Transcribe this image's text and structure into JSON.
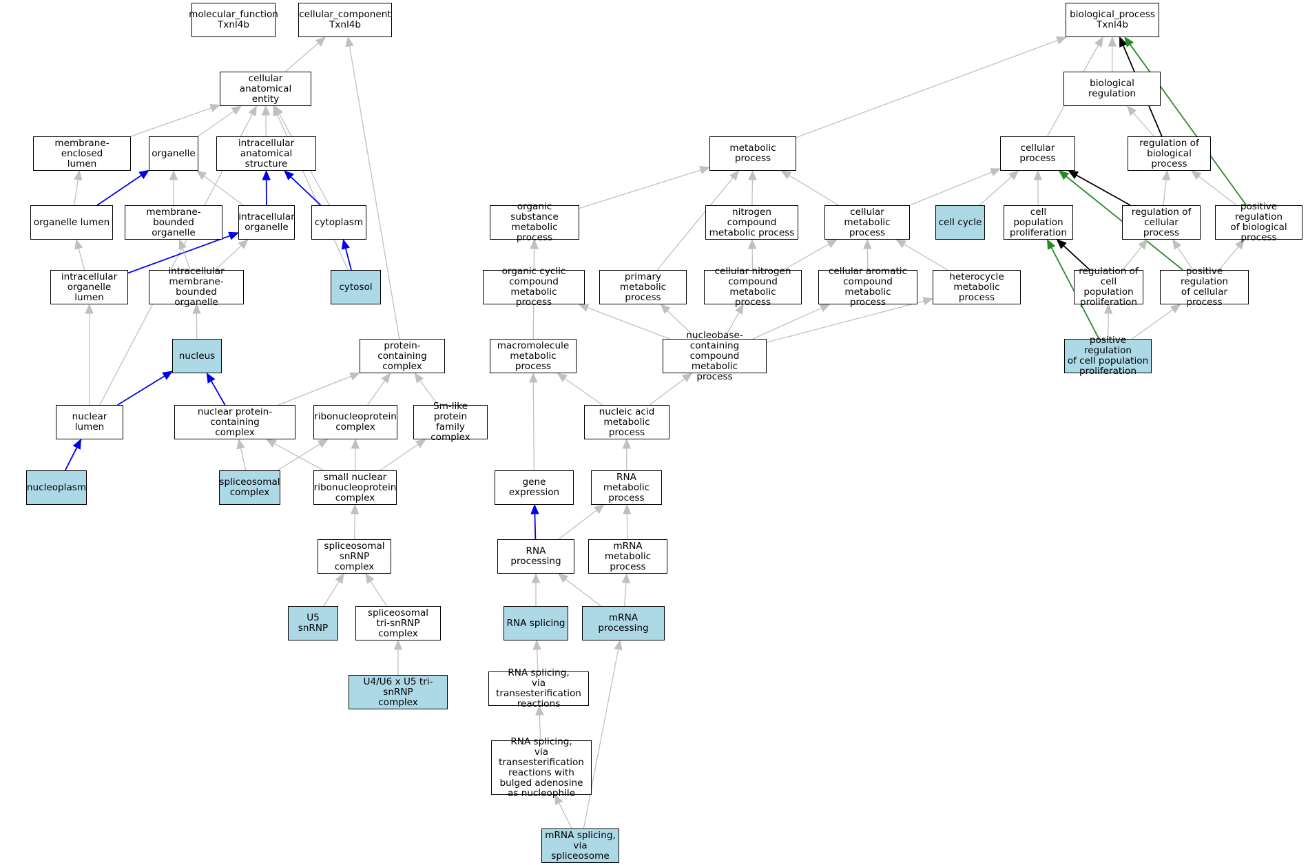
{
  "diagram": {
    "nodes": [
      {
        "id": "mf",
        "label": "molecular_function\nTxnl4b",
        "highlight": false
      },
      {
        "id": "cc",
        "label": "cellular_component\nTxnl4b",
        "highlight": false
      },
      {
        "id": "bp",
        "label": "biological_process\nTxnl4b",
        "highlight": false
      },
      {
        "id": "cae",
        "label": "cellular anatomical\nentity",
        "highlight": false
      },
      {
        "id": "mel",
        "label": "membrane-enclosed\nlumen",
        "highlight": false
      },
      {
        "id": "org",
        "label": "organelle",
        "highlight": false
      },
      {
        "id": "ias",
        "label": "intracellular\nanatomical structure",
        "highlight": false
      },
      {
        "id": "orgl",
        "label": "organelle lumen",
        "highlight": false
      },
      {
        "id": "mbo",
        "label": "membrane-bounded\norganelle",
        "highlight": false
      },
      {
        "id": "io",
        "label": "intracellular\norganelle",
        "highlight": false
      },
      {
        "id": "cyto",
        "label": "cytoplasm",
        "highlight": false
      },
      {
        "id": "iol",
        "label": "intracellular\norganelle lumen",
        "highlight": false
      },
      {
        "id": "imbo",
        "label": "intracellular\nmembrane-bounded\norganelle",
        "highlight": false
      },
      {
        "id": "cytosol",
        "label": "cytosol",
        "highlight": true
      },
      {
        "id": "nucleus",
        "label": "nucleus",
        "highlight": true
      },
      {
        "id": "pcc",
        "label": "protein-containing\ncomplex",
        "highlight": false
      },
      {
        "id": "nl",
        "label": "nuclear lumen",
        "highlight": false
      },
      {
        "id": "npcc",
        "label": "nuclear protein-containing\ncomplex",
        "highlight": false
      },
      {
        "id": "rnp",
        "label": "ribonucleoprotein\ncomplex",
        "highlight": false
      },
      {
        "id": "smlike",
        "label": "Sm-like protein\nfamily complex",
        "highlight": false
      },
      {
        "id": "nucleoplasm",
        "label": "nucleoplasm",
        "highlight": true
      },
      {
        "id": "spc",
        "label": "spliceosomal\ncomplex",
        "highlight": true
      },
      {
        "id": "snrnp",
        "label": "small nuclear\nribonucleoprotein\ncomplex",
        "highlight": false
      },
      {
        "id": "sps",
        "label": "spliceosomal\nsnRNP complex",
        "highlight": false
      },
      {
        "id": "u5",
        "label": "U5 snRNP",
        "highlight": true
      },
      {
        "id": "tri",
        "label": "spliceosomal\ntri-snRNP complex",
        "highlight": false
      },
      {
        "id": "u46",
        "label": "U4/U6 x U5 tri-snRNP\ncomplex",
        "highlight": true
      },
      {
        "id": "bioreg",
        "label": "biological regulation",
        "highlight": false
      },
      {
        "id": "metab",
        "label": "metabolic process",
        "highlight": false
      },
      {
        "id": "cellp",
        "label": "cellular process",
        "highlight": false
      },
      {
        "id": "regbp",
        "label": "regulation of\nbiological process",
        "highlight": false
      },
      {
        "id": "osm",
        "label": "organic substance\nmetabolic process",
        "highlight": false
      },
      {
        "id": "ncm",
        "label": "nitrogen compound\nmetabolic process",
        "highlight": false
      },
      {
        "id": "cmp",
        "label": "cellular metabolic\nprocess",
        "highlight": false
      },
      {
        "id": "cellcycle",
        "label": "cell cycle",
        "highlight": true
      },
      {
        "id": "cpp",
        "label": "cell population\nproliferation",
        "highlight": false
      },
      {
        "id": "regcp",
        "label": "regulation of\ncellular process",
        "highlight": false
      },
      {
        "id": "posregbp",
        "label": "positive regulation\nof biological\nprocess",
        "highlight": false
      },
      {
        "id": "occm",
        "label": "organic cyclic\ncompound metabolic\nprocess",
        "highlight": false
      },
      {
        "id": "pmp",
        "label": "primary metabolic\nprocess",
        "highlight": false
      },
      {
        "id": "cncm",
        "label": "cellular nitrogen\ncompound metabolic\nprocess",
        "highlight": false
      },
      {
        "id": "cacm",
        "label": "cellular aromatic\ncompound metabolic\nprocess",
        "highlight": false
      },
      {
        "id": "hmp",
        "label": "heterocycle\nmetabolic process",
        "highlight": false
      },
      {
        "id": "regcpp",
        "label": "regulation of\ncell population\nproliferation",
        "highlight": false
      },
      {
        "id": "posregcp",
        "label": "positive regulation\nof cellular\nprocess",
        "highlight": false
      },
      {
        "id": "mmp",
        "label": "macromolecule\nmetabolic process",
        "highlight": false
      },
      {
        "id": "nbcm",
        "label": "nucleobase-containing\ncompound metabolic\nprocess",
        "highlight": false
      },
      {
        "id": "posregcpp",
        "label": "positive regulation\nof cell population\nproliferation",
        "highlight": true
      },
      {
        "id": "namp",
        "label": "nucleic acid\nmetabolic process",
        "highlight": false
      },
      {
        "id": "gexp",
        "label": "gene expression",
        "highlight": false
      },
      {
        "id": "rnamp",
        "label": "RNA metabolic\nprocess",
        "highlight": false
      },
      {
        "id": "rnaproc",
        "label": "RNA processing",
        "highlight": false
      },
      {
        "id": "mrnamp",
        "label": "mRNA metabolic\nprocess",
        "highlight": false
      },
      {
        "id": "rnasplicing",
        "label": "RNA splicing",
        "highlight": true
      },
      {
        "id": "mrnaproc",
        "label": "mRNA processing",
        "highlight": true
      },
      {
        "id": "rnaste",
        "label": "RNA splicing,\nvia transesterification\nreactions",
        "highlight": false
      },
      {
        "id": "rnasteba",
        "label": "RNA splicing,\nvia transesterification\nreactions with\nbulged adenosine\nas nucleophile",
        "highlight": false
      },
      {
        "id": "mrnasplice",
        "label": "mRNA splicing,\nvia spliceosome",
        "highlight": true
      }
    ],
    "edges": [
      {
        "from": "cae",
        "to": "cc",
        "kind": "is_a"
      },
      {
        "from": "pcc",
        "to": "cc",
        "kind": "is_a"
      },
      {
        "from": "mel",
        "to": "cae",
        "kind": "is_a"
      },
      {
        "from": "org",
        "to": "cae",
        "kind": "is_a"
      },
      {
        "from": "ias",
        "to": "cae",
        "kind": "is_a"
      },
      {
        "from": "cyto",
        "to": "cae",
        "kind": "is_a"
      },
      {
        "from": "cytosol",
        "to": "cae",
        "kind": "is_a"
      },
      {
        "from": "nucleoplasm",
        "to": "cae",
        "kind": "is_a"
      },
      {
        "from": "orgl",
        "to": "mel",
        "kind": "is_a"
      },
      {
        "from": "orgl",
        "to": "org",
        "kind": "part_of"
      },
      {
        "from": "mbo",
        "to": "org",
        "kind": "is_a"
      },
      {
        "from": "io",
        "to": "org",
        "kind": "is_a"
      },
      {
        "from": "io",
        "to": "ias",
        "kind": "part_of"
      },
      {
        "from": "cyto",
        "to": "ias",
        "kind": "part_of"
      },
      {
        "from": "cytosol",
        "to": "cyto",
        "kind": "part_of"
      },
      {
        "from": "iol",
        "to": "orgl",
        "kind": "is_a"
      },
      {
        "from": "iol",
        "to": "io",
        "kind": "part_of"
      },
      {
        "from": "imbo",
        "to": "mbo",
        "kind": "is_a"
      },
      {
        "from": "imbo",
        "to": "io",
        "kind": "is_a"
      },
      {
        "from": "nucleus",
        "to": "imbo",
        "kind": "is_a"
      },
      {
        "from": "nl",
        "to": "iol",
        "kind": "is_a"
      },
      {
        "from": "nl",
        "to": "nucleus",
        "kind": "part_of"
      },
      {
        "from": "npcc",
        "to": "nucleus",
        "kind": "part_of"
      },
      {
        "from": "npcc",
        "to": "pcc",
        "kind": "is_a"
      },
      {
        "from": "rnp",
        "to": "pcc",
        "kind": "is_a"
      },
      {
        "from": "smlike",
        "to": "pcc",
        "kind": "is_a"
      },
      {
        "from": "nucleoplasm",
        "to": "nl",
        "kind": "part_of"
      },
      {
        "from": "spc",
        "to": "npcc",
        "kind": "is_a"
      },
      {
        "from": "spc",
        "to": "rnp",
        "kind": "is_a"
      },
      {
        "from": "snrnp",
        "to": "npcc",
        "kind": "is_a"
      },
      {
        "from": "snrnp",
        "to": "rnp",
        "kind": "is_a"
      },
      {
        "from": "snrnp",
        "to": "smlike",
        "kind": "is_a"
      },
      {
        "from": "sps",
        "to": "snrnp",
        "kind": "is_a"
      },
      {
        "from": "u5",
        "to": "sps",
        "kind": "is_a"
      },
      {
        "from": "tri",
        "to": "sps",
        "kind": "is_a"
      },
      {
        "from": "u46",
        "to": "tri",
        "kind": "is_a"
      },
      {
        "from": "metab",
        "to": "bp",
        "kind": "is_a"
      },
      {
        "from": "cellp",
        "to": "bp",
        "kind": "is_a"
      },
      {
        "from": "bioreg",
        "to": "bp",
        "kind": "is_a"
      },
      {
        "from": "regbp",
        "to": "bp",
        "kind": "regulates"
      },
      {
        "from": "posregbp",
        "to": "bp",
        "kind": "positively_regulates"
      },
      {
        "from": "regbp",
        "to": "bioreg",
        "kind": "is_a"
      },
      {
        "from": "osm",
        "to": "metab",
        "kind": "is_a"
      },
      {
        "from": "pmp",
        "to": "metab",
        "kind": "is_a"
      },
      {
        "from": "ncm",
        "to": "metab",
        "kind": "is_a"
      },
      {
        "from": "cmp",
        "to": "metab",
        "kind": "is_a"
      },
      {
        "from": "cmp",
        "to": "cellp",
        "kind": "is_a"
      },
      {
        "from": "cellcycle",
        "to": "cellp",
        "kind": "is_a"
      },
      {
        "from": "cpp",
        "to": "cellp",
        "kind": "is_a"
      },
      {
        "from": "regcp",
        "to": "cellp",
        "kind": "regulates"
      },
      {
        "from": "posregcp",
        "to": "cellp",
        "kind": "positively_regulates"
      },
      {
        "from": "regcp",
        "to": "regbp",
        "kind": "is_a"
      },
      {
        "from": "posregbp",
        "to": "regbp",
        "kind": "is_a"
      },
      {
        "from": "occm",
        "to": "osm",
        "kind": "is_a"
      },
      {
        "from": "mmp",
        "to": "osm",
        "kind": "is_a"
      },
      {
        "from": "ncm",
        "to": "ncm",
        "kind": "none"
      },
      {
        "from": "cncm",
        "to": "ncm",
        "kind": "is_a"
      },
      {
        "from": "cncm",
        "to": "cmp",
        "kind": "is_a"
      },
      {
        "from": "cacm",
        "to": "cmp",
        "kind": "is_a"
      },
      {
        "from": "hmp",
        "to": "cmp",
        "kind": "is_a"
      },
      {
        "from": "regcpp",
        "to": "regcp",
        "kind": "is_a"
      },
      {
        "from": "posregcp",
        "to": "regcp",
        "kind": "is_a"
      },
      {
        "from": "posregcp",
        "to": "posregbp",
        "kind": "is_a"
      },
      {
        "from": "regcpp",
        "to": "cpp",
        "kind": "regulates"
      },
      {
        "from": "nbcm",
        "to": "occm",
        "kind": "is_a"
      },
      {
        "from": "nbcm",
        "to": "pmp",
        "kind": "is_a"
      },
      {
        "from": "nbcm",
        "to": "cncm",
        "kind": "is_a"
      },
      {
        "from": "nbcm",
        "to": "cacm",
        "kind": "is_a"
      },
      {
        "from": "nbcm",
        "to": "hmp",
        "kind": "is_a"
      },
      {
        "from": "posregcpp",
        "to": "regcpp",
        "kind": "is_a"
      },
      {
        "from": "posregcpp",
        "to": "posregcp",
        "kind": "is_a"
      },
      {
        "from": "posregcpp",
        "to": "cpp",
        "kind": "positively_regulates"
      },
      {
        "from": "namp",
        "to": "mmp",
        "kind": "is_a"
      },
      {
        "from": "namp",
        "to": "nbcm",
        "kind": "is_a"
      },
      {
        "from": "gexp",
        "to": "mmp",
        "kind": "is_a"
      },
      {
        "from": "rnamp",
        "to": "namp",
        "kind": "is_a"
      },
      {
        "from": "rnaproc",
        "to": "gexp",
        "kind": "part_of"
      },
      {
        "from": "rnaproc",
        "to": "rnamp",
        "kind": "is_a"
      },
      {
        "from": "mrnamp",
        "to": "rnamp",
        "kind": "is_a"
      },
      {
        "from": "rnasplicing",
        "to": "rnaproc",
        "kind": "is_a"
      },
      {
        "from": "mrnaproc",
        "to": "rnaproc",
        "kind": "is_a"
      },
      {
        "from": "mrnaproc",
        "to": "mrnamp",
        "kind": "is_a"
      },
      {
        "from": "rnaste",
        "to": "rnasplicing",
        "kind": "is_a"
      },
      {
        "from": "rnasteba",
        "to": "rnaste",
        "kind": "is_a"
      },
      {
        "from": "mrnasplice",
        "to": "rnasteba",
        "kind": "is_a"
      },
      {
        "from": "mrnasplice",
        "to": "mrnaproc",
        "kind": "is_a"
      }
    ],
    "colors": {
      "is_a": "#c0c0c0",
      "part_of": "#0000ee",
      "regulates": "#000000",
      "positively_regulates": "#228b22",
      "highlight_fill": "#add8e6",
      "node_fill": "#ffffff",
      "node_border": "#000000"
    }
  }
}
